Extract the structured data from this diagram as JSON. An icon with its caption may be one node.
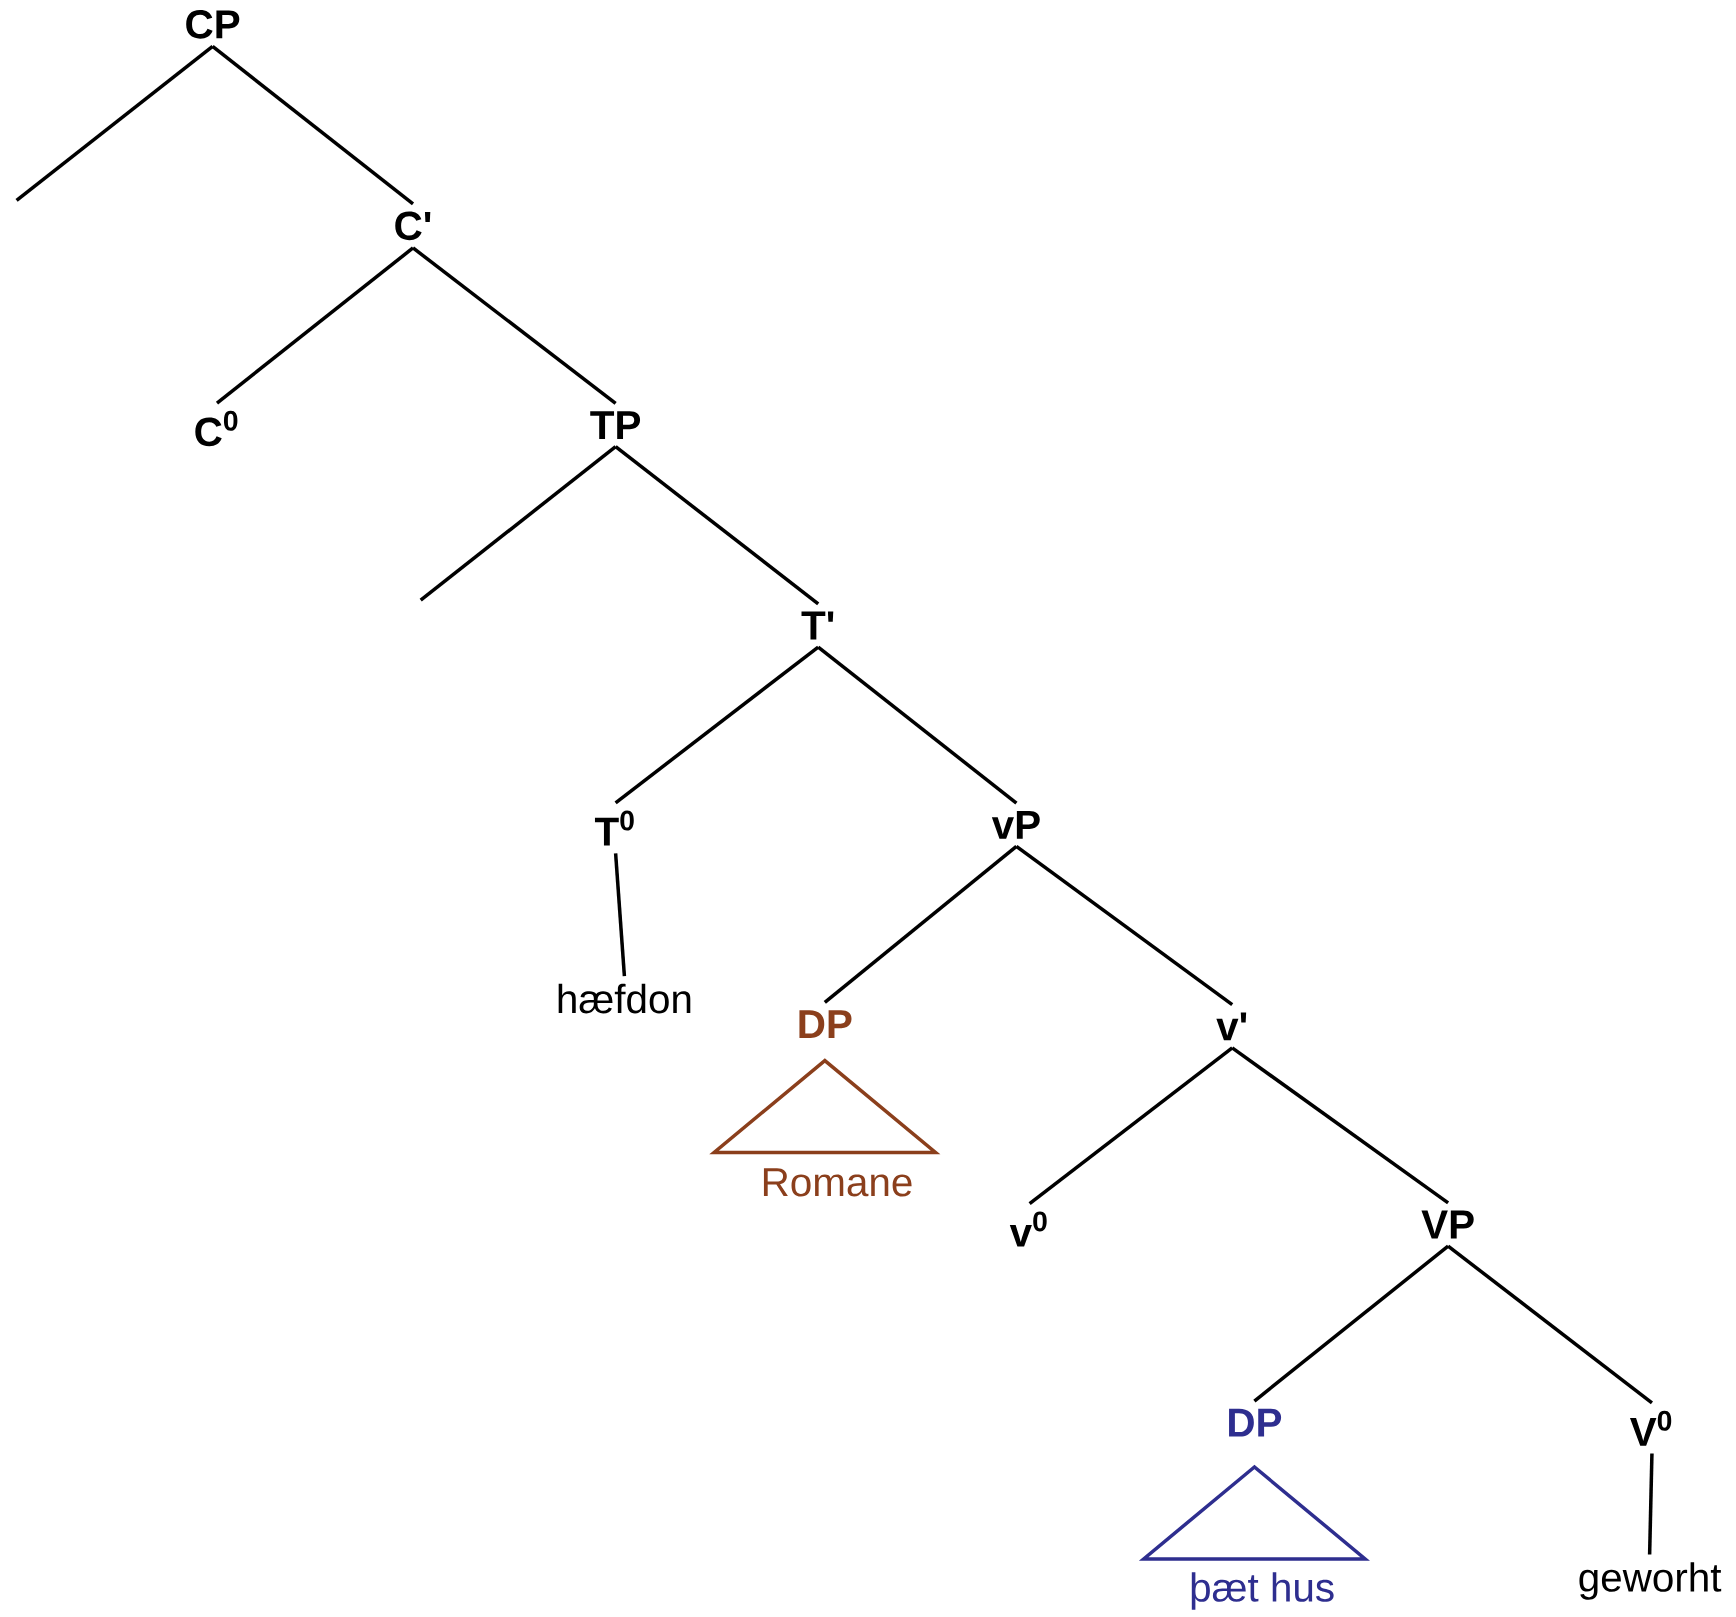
{
  "diagram": {
    "nodes": [
      {
        "text": [
          "CP"
        ]
      },
      {
        "text": [
          "C'"
        ]
      },
      {
        "text": [
          "C$^{0}$"
        ]
      },
      {
        "text": [
          "TP"
        ]
      },
      {
        "text": [
          "T'"
        ]
      },
      {
        "text": [
          "T$^{0}$"
        ]
      },
      {
        "text": [
          "hæfdon"
        ]
      },
      {
        "text": [
          "vP"
        ]
      },
      {
        "text": [
          "DP"
        ]
      },
      {
        "text": [
          "Romane"
        ]
      },
      {
        "text": [
          "v'"
        ]
      },
      {
        "text": [
          "v$^{0}$"
        ]
      },
      {
        "text": [
          "VP"
        ]
      },
      {
        "text": [
          "DP"
        ]
      },
      {
        "text": [
          "þæt hus"
        ]
      },
      {
        "text": [
          "V$^{0}$"
        ]
      },
      {
        "text": [
          "geworht"
        ]
      }
    ],
    "edges": [
      {
        "from": 0,
        "to": null,
        "arrow": "none"
      },
      {
        "from": 0,
        "to": 1,
        "arrow": "none"
      },
      {
        "from": 1,
        "to": 2,
        "arrow": "none"
      },
      {
        "from": 1,
        "to": 3,
        "arrow": "none"
      },
      {
        "from": 3,
        "to": null,
        "arrow": "none"
      },
      {
        "from": 3,
        "to": 4,
        "arrow": "none"
      },
      {
        "from": 4,
        "to": 5,
        "arrow": "none"
      },
      {
        "from": 4,
        "to": 7,
        "arrow": "none"
      },
      {
        "from": 5,
        "to": 6,
        "arrow": "none"
      },
      {
        "from": 7,
        "to": 8,
        "arrow": "none"
      },
      {
        "from": 7,
        "to": 10,
        "arrow": "none"
      },
      {
        "from": 10,
        "to": 11,
        "arrow": "none"
      },
      {
        "from": 10,
        "to": 12,
        "arrow": "none"
      },
      {
        "from": 12,
        "to": 13,
        "arrow": "none"
      },
      {
        "from": 12,
        "to": 15,
        "arrow": "none"
      },
      {
        "from": 15,
        "to": 16,
        "arrow": "none"
      }
    ]
  }
}
